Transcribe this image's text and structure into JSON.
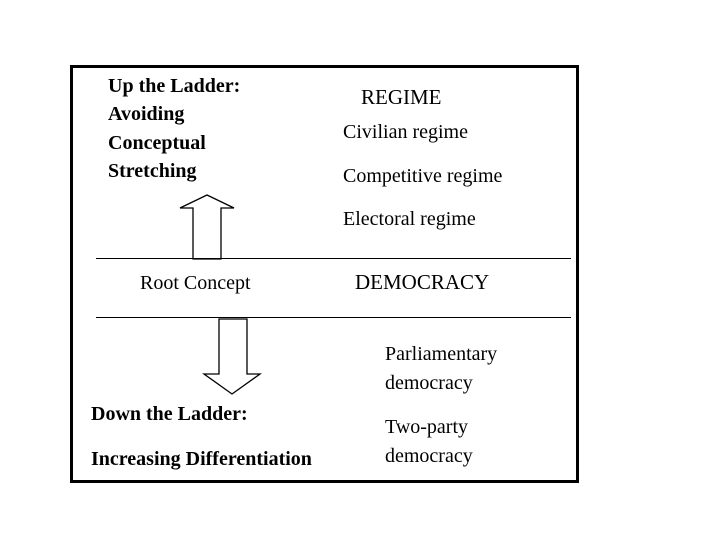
{
  "up": {
    "heading_lines": [
      "Up the Ladder:",
      "Avoiding",
      "Conceptual",
      "Stretching"
    ]
  },
  "regime": {
    "heading": "REGIME",
    "items": [
      "Civilian regime",
      "Competitive regime",
      "Electoral regime"
    ]
  },
  "root": {
    "label": "Root Concept",
    "concept": "DEMOCRACY"
  },
  "down": {
    "heading": "Down the Ladder:",
    "subheading": "Increasing Differentiation",
    "items": [
      [
        "Parliamentary",
        "democracy"
      ],
      [
        "Two-party",
        "democracy"
      ]
    ]
  }
}
